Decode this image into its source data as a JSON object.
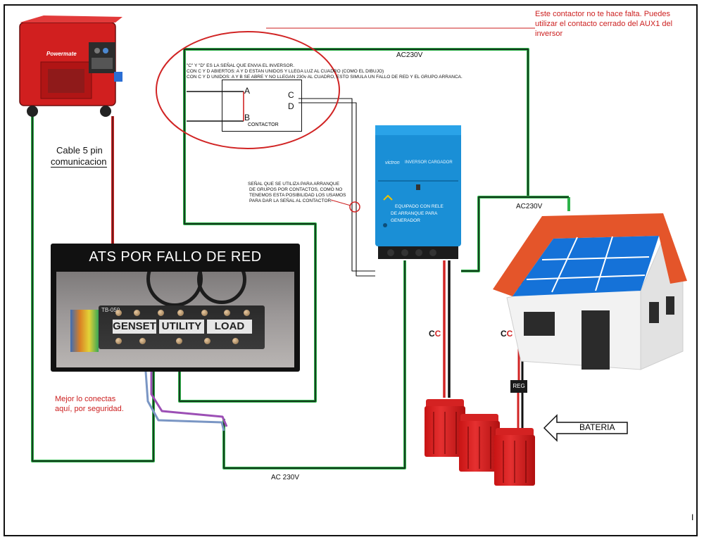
{
  "labels": {
    "ac230v_top": "AC230V",
    "ac230v_right": "AC230V",
    "ac230v_bottom": "AC 230V",
    "cable": "Cable 5 pin",
    "cable2": "comunicacion",
    "contactor": "CONTACTOR",
    "term_a": "A",
    "term_b": "B",
    "term_c": "C",
    "term_d": "D",
    "note_cd_1": "\"C\" Y \"D\"  ES LA SEÑAL  QUE  ENVIA EL INVERSOR.",
    "note_cd_2": "CON C Y D ABIERTOS: A Y D ESTAN UNIDOS  Y LLEGA LUZ AL CUADRO (COMO EL DIBUJO)",
    "note_cd_3": "CON C Y D UNIDOS:  A Y B SE ABRE  Y NO LLEGAN 230v AL CUADRO,  ESTO SIMULA UN FALLO DE RED Y EL GRUPO ARRANCA.",
    "signal_1": "SEÑAL QUE SE UTILIZA PARA ARRANQUE",
    "signal_2": "DE GRUPOS POR CONTACTOS, COMO NO",
    "signal_3": "TENEMOS ESTA POSIBILIDAD LOS USAMOS",
    "signal_4": "PARA DAR LA SEÑAL AL CONTACTOR.",
    "ats_title": "ATS POR FALLO DE RED",
    "genset": "GENSET",
    "utility": "UTILITY",
    "load": "LOAD",
    "ats_model": "TB-050",
    "tip_1": "Mejor lo conectas",
    "tip_2": "aquí, por seguridad.",
    "top_note_1": "Este contactor no te hace falta. Puedes",
    "top_note_2": "utilizar el contacto cerrado del AUX1  del",
    "top_note_3": "inversor",
    "inverter_title": "INVERSOR CARGADOR",
    "inverter_brand": "victron",
    "inverter_txt_1": "EQUIPADO CON RELE",
    "inverter_txt_2": "DE ARRANQUE PARA",
    "inverter_txt_3": "GENERADOR",
    "genset_brand": "Powermate",
    "cc_1": "CC",
    "cc_2": "CC",
    "reg": "REG",
    "bateria": "BATERIA",
    "corner_mark": "I"
  },
  "colors": {
    "red_note": "#cc1f1f",
    "wire_green": "#2db34a",
    "wire_black": "#111111",
    "inverter_blue": "#1a8fd6",
    "panel_blue": "#1572d8",
    "roof_orange": "#e4552a",
    "battery_red": "#d81e1e"
  }
}
